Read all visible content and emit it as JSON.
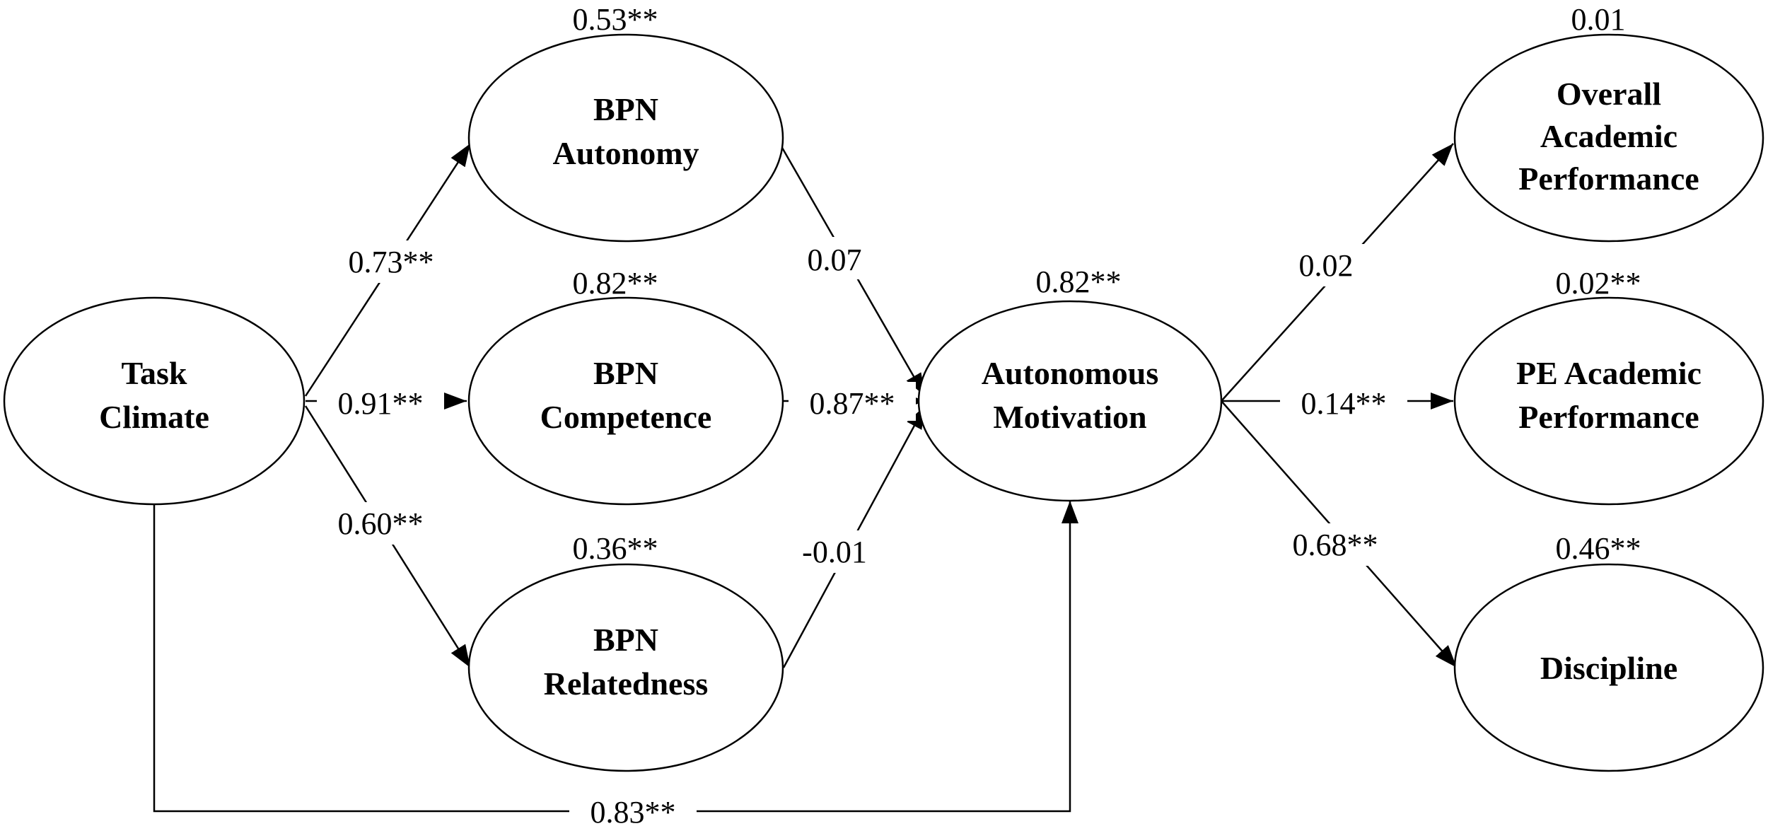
{
  "nodes": {
    "task_climate": {
      "lines": [
        "Task",
        "Climate"
      ]
    },
    "bpn_autonomy": {
      "lines": [
        "BPN",
        "Autonomy"
      ],
      "r2": "0.53**"
    },
    "bpn_competence": {
      "lines": [
        "BPN",
        "Competence"
      ],
      "r2": "0.82**"
    },
    "bpn_relatedness": {
      "lines": [
        "BPN",
        "Relatedness"
      ],
      "r2": "0.36**"
    },
    "autonomous_motivation": {
      "lines": [
        "Autonomous",
        "Motivation"
      ],
      "r2": "0.82**"
    },
    "overall_academic_performance": {
      "lines": [
        "Overall",
        "Academic",
        "Performance"
      ],
      "r2": "0.01"
    },
    "pe_academic_performance": {
      "lines": [
        "PE Academic",
        "Performance"
      ],
      "r2": "0.02**"
    },
    "discipline": {
      "lines": [
        "Discipline"
      ],
      "r2": "0.46**"
    }
  },
  "paths": {
    "task_to_autonomy": "0.73**",
    "task_to_competence": "0.91**",
    "task_to_relatedness": "0.60**",
    "autonomy_to_motivation": "0.07",
    "competence_to_motivation": "0.87**",
    "relatedness_to_motivation": "-0.01",
    "task_to_motivation": "0.83**",
    "motivation_to_overall": "0.02",
    "motivation_to_pe": "0.14**",
    "motivation_to_discipline": "0.68**"
  }
}
